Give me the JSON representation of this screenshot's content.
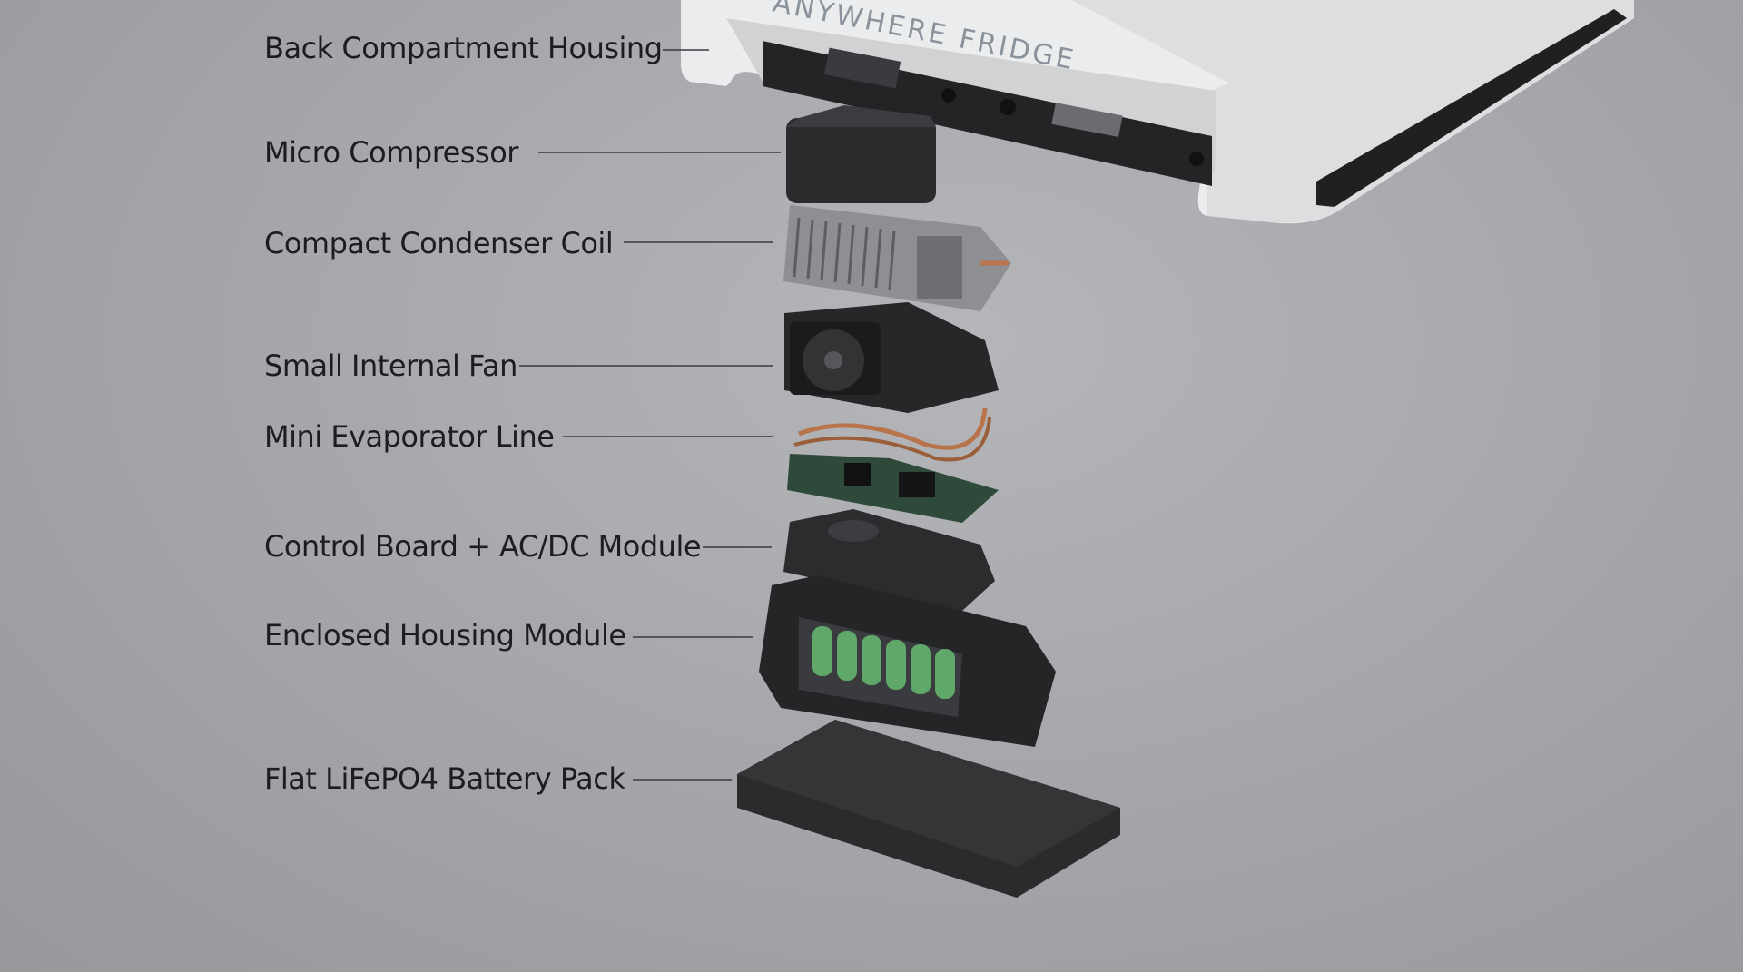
{
  "product": {
    "brand_text": "ANYWHERE FRIDGE"
  },
  "labels": [
    {
      "id": "back-compartment-housing",
      "text": "Back Compartment Housing"
    },
    {
      "id": "micro-compressor",
      "text": "Micro Compressor"
    },
    {
      "id": "compact-condenser-coil",
      "text": "Compact Condenser Coil"
    },
    {
      "id": "small-internal-fan",
      "text": "Small Internal Fan"
    },
    {
      "id": "mini-evaporator-line",
      "text": "Mini Evaporator Line"
    },
    {
      "id": "control-board-acdc-module",
      "text": "Control Board + AC/DC Module"
    },
    {
      "id": "enclosed-housing-module",
      "text": "Enclosed Housing Module"
    },
    {
      "id": "flat-lifepo4-battery-pack",
      "text": "Flat LiFePO4 Battery Pack"
    }
  ],
  "colors": {
    "background": "#a6a8ac",
    "fridge_body": "#eceded",
    "component": "#2a2b2d",
    "cells": "#5fa86a",
    "copper": "#b8744a",
    "pcb": "#2f4a3a"
  }
}
